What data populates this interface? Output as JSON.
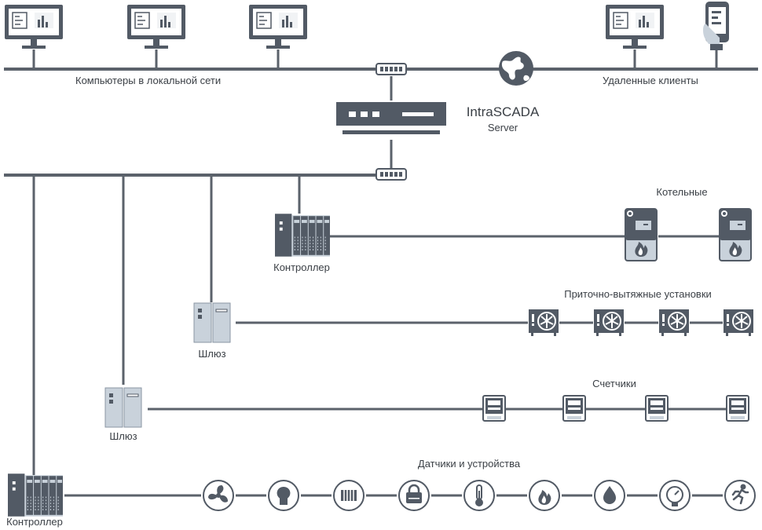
{
  "labels": {
    "lan_computers": "Компьютеры в локальной сети",
    "remote_clients": "Удаленные клиенты",
    "server_title": "IntraSCADA",
    "server_subtitle": "Server",
    "boilers": "Котельные",
    "ventilation": "Приточно-вытяжные установки",
    "meters": "Счетчики",
    "sensors": "Датчики и устройства",
    "controller_1": "Контроллер",
    "gateway_1": "Шлюз",
    "gateway_2": "Шлюз",
    "controller_2": "Контроллер"
  },
  "sensor_icons": [
    "fan-icon",
    "lightbulb-icon",
    "radiator-icon",
    "lock-icon",
    "thermometer-icon",
    "flame-icon",
    "water-drop-icon",
    "pressure-gauge-icon",
    "running-person-icon"
  ],
  "colors": {
    "device_dark": "#525a65",
    "line": "#5b626b",
    "panel_light": "#c9d2db",
    "screen_blue": "#4f6f8a"
  }
}
